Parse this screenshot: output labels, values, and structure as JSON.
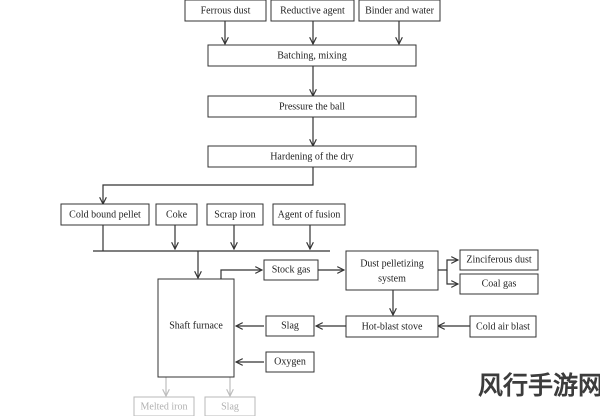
{
  "inputs": {
    "ferrous_dust": "Ferrous dust",
    "reductive_agent": "Reductive agent",
    "binder_water": "Binder and water"
  },
  "steps": {
    "batching": "Batching, mixing",
    "pressure": "Pressure the ball",
    "hardening": "Hardening of the dry"
  },
  "charge": {
    "cold_pellet": "Cold bound pellet",
    "coke": "Coke",
    "scrap_iron": "Scrap iron",
    "fusion_agent": "Agent of fusion"
  },
  "furnace": {
    "shaft_furnace": "Shaft furnace",
    "stock_gas": "Stock gas",
    "slag": "Slag",
    "oxygen": "Oxygen"
  },
  "dust_system": {
    "line1": "Dust pelletizing",
    "line2": "system"
  },
  "outputs": {
    "zinciferous_dust": "Zinciferous dust",
    "coal_gas": "Coal gas",
    "hot_blast_stove": "Hot-blast stove",
    "cold_air_blast": "Cold air blast",
    "melted_iron": "Melted iron",
    "slag_out": "Slag"
  },
  "watermark": "风行手游网"
}
